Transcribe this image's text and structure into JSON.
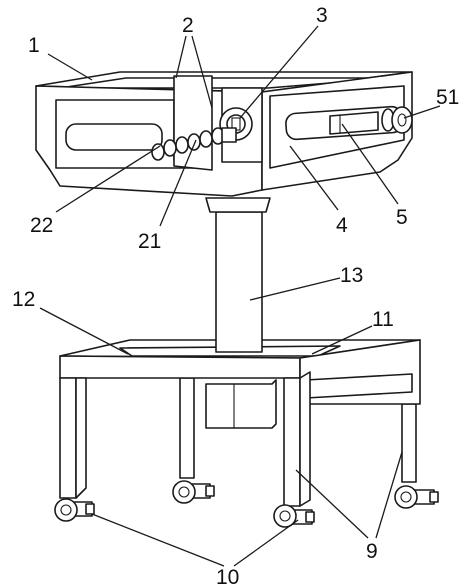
{
  "labels": {
    "l1": "1",
    "l2": "2",
    "l3": "3",
    "l51": "51",
    "l22": "22",
    "l21": "21",
    "l4": "4",
    "l5": "5",
    "l13": "13",
    "l12": "12",
    "l11": "11",
    "l9": "9",
    "l10": "10"
  }
}
